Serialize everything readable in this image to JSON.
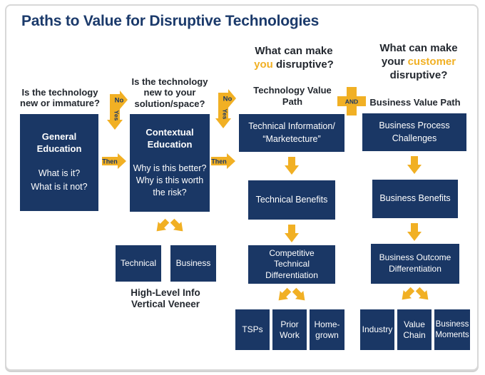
{
  "title": "Paths to Value for Disruptive Technologies",
  "colors": {
    "navy_box": "#1a3765",
    "gold": "#f1b024",
    "title_navy": "#1b3a6b",
    "header_dark": "#23282f"
  },
  "connectors": {
    "no": "No",
    "yes": "Yes",
    "then": "Then",
    "and": "AND"
  },
  "general_path": {
    "question": [
      "Is the technology",
      "new or immature?"
    ],
    "box_title": [
      "General",
      "Education"
    ],
    "box_body": [
      "What is it?",
      "What is it not?"
    ]
  },
  "contextual_path": {
    "question": [
      "Is the technology",
      "new to your",
      "solution/space?"
    ],
    "box_title": [
      "Contextual",
      "Education"
    ],
    "box_body": [
      "Why is this better?",
      "Why is this worth the risk?"
    ],
    "sub_boxes": [
      [
        "Technical"
      ],
      [
        "Business"
      ]
    ],
    "sub_label": [
      "High-Level Info",
      "Vertical Veneer"
    ]
  },
  "technology_path": {
    "question_line1": "What can make",
    "question_highlight": "you",
    "question_line2_rest": "disruptive?",
    "path_label": [
      "Technology Value",
      "Path"
    ],
    "box1": [
      "Technical Information/",
      "“Marketecture”"
    ],
    "box2": [
      "Technical Benefits"
    ],
    "box3": [
      "Competitive",
      "Technical",
      "Differentiation"
    ],
    "leaf_boxes": [
      [
        "TSPs"
      ],
      [
        "Prior",
        "Work"
      ],
      [
        "Home-",
        "grown"
      ]
    ]
  },
  "business_path": {
    "question_line1": "What can make",
    "question_line2_start": "your",
    "question_highlight": "customer",
    "question_line3": "disruptive?",
    "path_label": [
      "Business Value Path"
    ],
    "box1": [
      "Business Process",
      "Challenges"
    ],
    "box2": [
      "Business Benefits"
    ],
    "box3": [
      "Business Outcome",
      "Differentiation"
    ],
    "leaf_boxes": [
      [
        "Industry"
      ],
      [
        "Value",
        "Chain"
      ],
      [
        "Business",
        "Moments"
      ]
    ]
  }
}
